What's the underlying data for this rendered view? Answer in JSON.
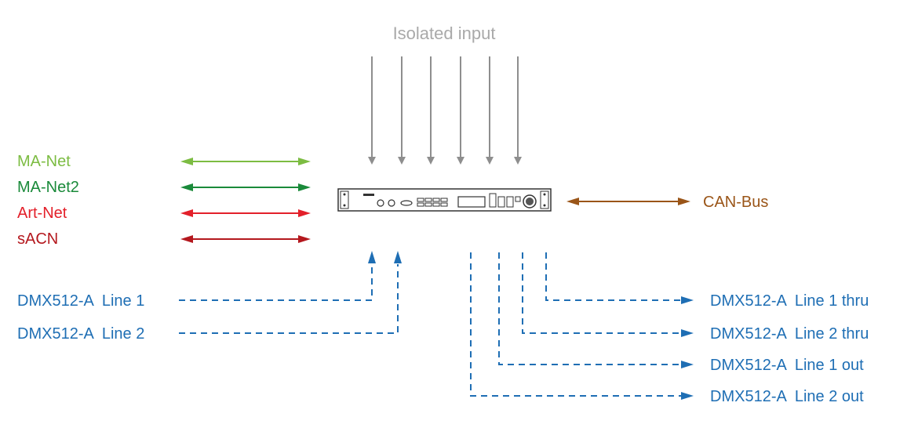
{
  "title": "Isolated input",
  "colors": {
    "title": "#a9a9a9",
    "isolated": "#8e8e8e",
    "ma_net": "#7cbc42",
    "ma_net2": "#1a8a3a",
    "art_net": "#e3202a",
    "sacn": "#b4181e",
    "can_bus": "#9a5518",
    "dmx": "#1e6eb4",
    "device": "#333333"
  },
  "networks": [
    {
      "label": "MA-Net",
      "color_key": "ma_net"
    },
    {
      "label": "MA-Net2",
      "color_key": "ma_net2"
    },
    {
      "label": "Art-Net",
      "color_key": "art_net"
    },
    {
      "label": "sACN",
      "color_key": "sacn"
    }
  ],
  "can_bus": {
    "label": "CAN-Bus"
  },
  "dmx_inputs": [
    {
      "label": "DMX512-A  Line 1"
    },
    {
      "label": "DMX512-A  Line 2"
    }
  ],
  "dmx_outputs": [
    {
      "label": "DMX512-A  Line 1 thru"
    },
    {
      "label": "DMX512-A  Line 2 thru"
    },
    {
      "label": "DMX512-A  Line 1 out"
    },
    {
      "label": "DMX512-A  Line 2 out"
    }
  ],
  "device": {
    "icon": "rack-device-icon"
  }
}
